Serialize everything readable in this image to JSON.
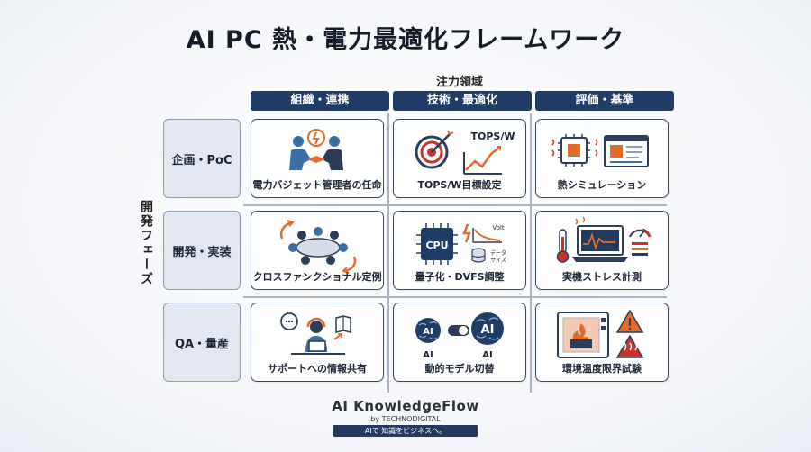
{
  "title": "AI PC 熱・電力最適化フレームワーク",
  "focus_axis_label": "注力領域",
  "phase_axis_label": "開発フェーズ",
  "columns": [
    "組織・連携",
    "技術・最適化",
    "評価・基準"
  ],
  "rows": [
    "企画・PoC",
    "開発・実装",
    "QA・量産"
  ],
  "cells": [
    [
      "電力バジェット管理者の任命",
      "TOPS/W目標設定",
      "熱シミュレーション"
    ],
    [
      "クロスファンクショナル定例",
      "量子化・DVFS調整",
      "実機ストレス計測"
    ],
    [
      "サポートへの情報共有",
      "動的モデル切替",
      "環境温度限界試験"
    ]
  ],
  "icon_text": {
    "tops": "TOPS/W",
    "cpu": "CPU",
    "volt": "Volt",
    "data_size_line1": "データ",
    "data_size_line2": "サイズ",
    "ai_left": "AI",
    "ai_right": "AI",
    "ai_caption_left": "AI",
    "ai_caption_right": "AI"
  },
  "brand": {
    "name": "AI KnowledgeFlow",
    "by": "by TECHNODIGITAL",
    "tagline": "AIで 知識をビジネスへ。"
  },
  "colors": {
    "navy": "#1f3d66",
    "orange": "#e36a2b",
    "blue": "#3a6ea5",
    "red": "#c8342a"
  }
}
